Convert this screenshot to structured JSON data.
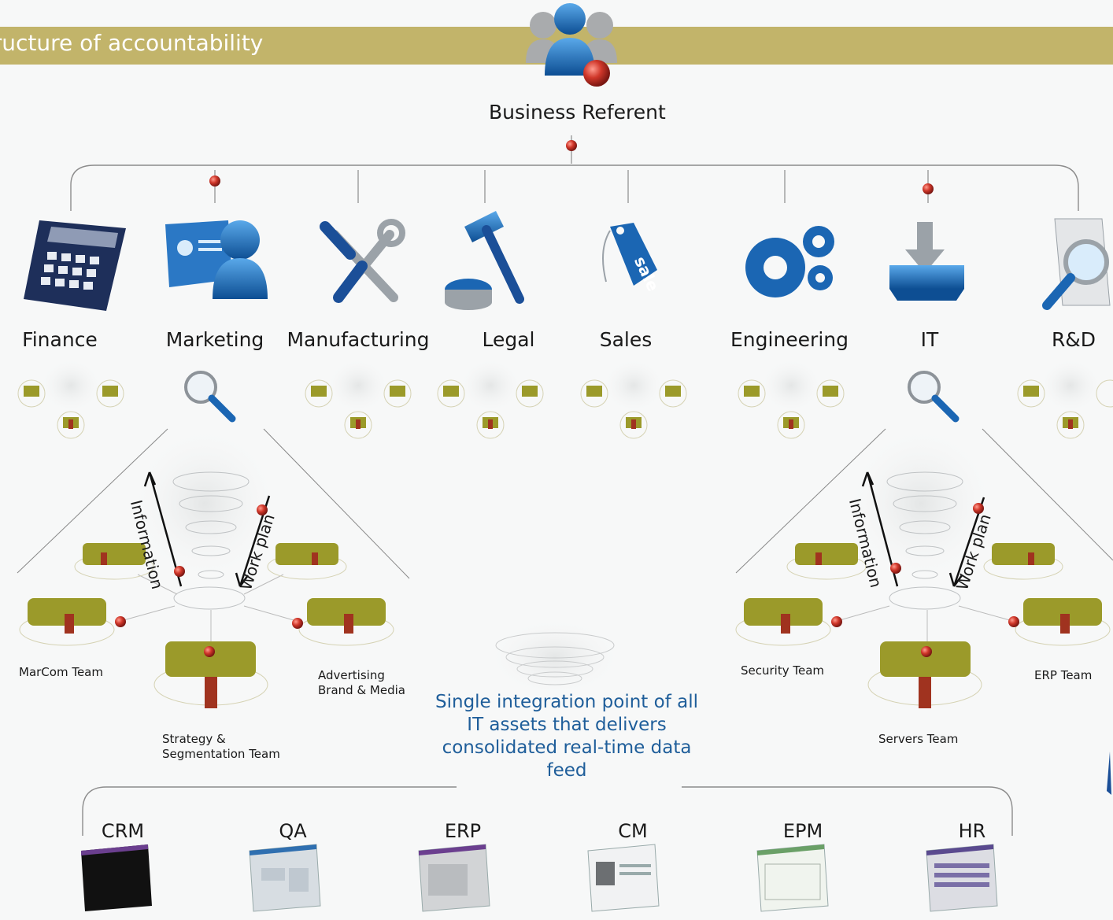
{
  "banner": {
    "title": "astructure of accountability"
  },
  "referent": {
    "label": "Business Referent"
  },
  "departments": [
    {
      "label": "Finance",
      "icon": "calculator-icon"
    },
    {
      "label": "Marketing",
      "icon": "id-card-person-icon"
    },
    {
      "label": "Manufacturing",
      "icon": "tools-icon"
    },
    {
      "label": "Legal",
      "icon": "gavel-icon"
    },
    {
      "label": "Sales",
      "icon": "sale-tag-icon"
    },
    {
      "label": "Engineering",
      "icon": "gears-icon"
    },
    {
      "label": "IT",
      "icon": "download-tray-icon"
    },
    {
      "label": "R&D",
      "icon": "document-magnifier-icon"
    }
  ],
  "marketing_detail": {
    "arrow_up": "Information",
    "arrow_down": "Work plan",
    "teams": [
      {
        "label": "MarCom Team"
      },
      {
        "label": "Strategy &\nSegmentation Team"
      },
      {
        "label": "Advertising\nBrand & Media"
      }
    ]
  },
  "it_detail": {
    "arrow_up": "Information",
    "arrow_down": "Work plan",
    "teams": [
      {
        "label": "Security Team"
      },
      {
        "label": "Servers Team"
      },
      {
        "label": "ERP Team"
      }
    ]
  },
  "integration": {
    "text": "Single integration point of all IT assets that delivers consolidated real-time data feed"
  },
  "systems": [
    {
      "label": "CRM"
    },
    {
      "label": "QA"
    },
    {
      "label": "ERP"
    },
    {
      "label": "CM"
    },
    {
      "label": "EPM"
    },
    {
      "label": "HR"
    }
  ],
  "colors": {
    "banner": "#c2b46a",
    "icon_blue": "#1b66b3",
    "people_olive": "#9b9a2a",
    "people_red": "#a0331f",
    "dot_red": "#c0392b",
    "text_blue": "#1f5e9a"
  }
}
